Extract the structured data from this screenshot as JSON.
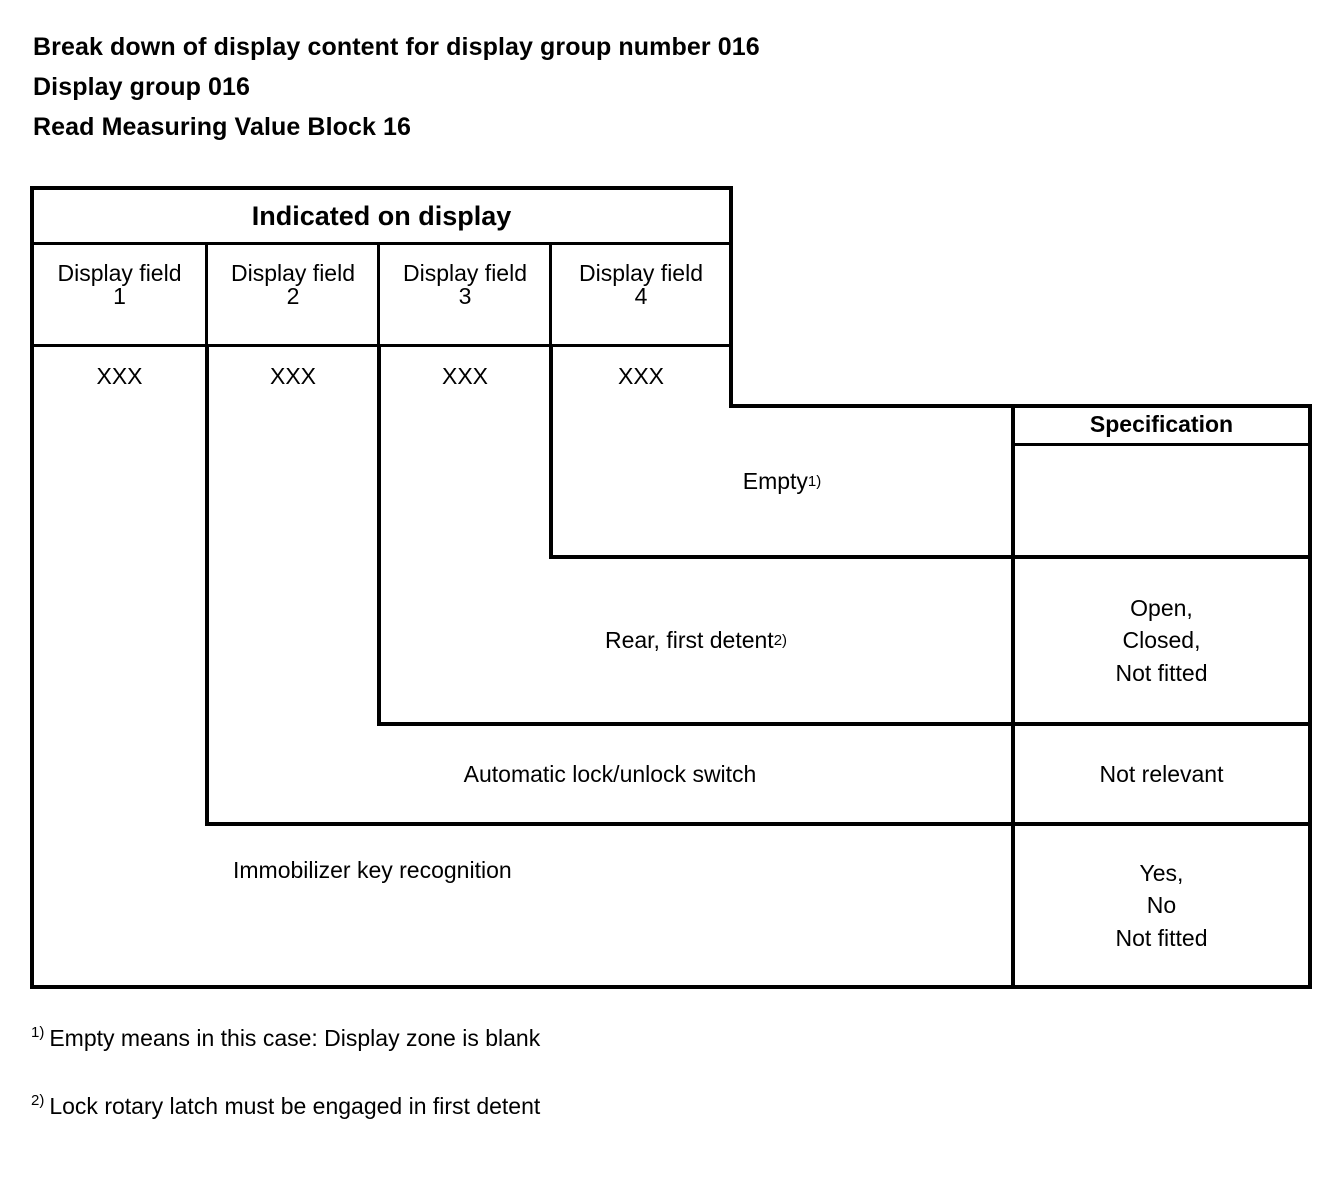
{
  "document": {
    "title_lines": [
      "Break down of display content for display group number 016",
      "Display group 016",
      "Read Measuring Value Block 16"
    ],
    "heading_1": "Break down of display content for display group number 016",
    "heading_2": "Display group 016",
    "heading_3": "Read Measuring Value Block 16"
  },
  "table": {
    "group_header": "Indicated on display",
    "spec_header": "Specification",
    "display_fields": [
      {
        "label": "Display field",
        "number": "1",
        "value": "XXX"
      },
      {
        "label": "Display field",
        "number": "2",
        "value": "XXX"
      },
      {
        "label": "Display field",
        "number": "3",
        "value": "XXX"
      },
      {
        "label": "Display field",
        "number": "4",
        "value": "XXX"
      }
    ],
    "rows": [
      {
        "field": "4",
        "description": "Empty",
        "footnote_ref": "1)",
        "specification": ""
      },
      {
        "field": "3",
        "description": "Rear, first detent",
        "footnote_ref": "2)",
        "specification": "Open,\nClosed,\nNot fitted"
      },
      {
        "field": "2",
        "description": "Automatic lock/unlock switch",
        "footnote_ref": "",
        "specification": "Not relevant"
      },
      {
        "field": "1",
        "description": "Immobilizer key recognition",
        "footnote_ref": "",
        "specification": "Yes,\nNo\nNot fitted"
      }
    ]
  },
  "footnotes": [
    {
      "mark": "1)",
      "text": "Empty means in this case: Display zone is blank"
    },
    {
      "mark": "2)",
      "text": "Lock rotary latch must be engaged in first detent"
    }
  ],
  "colors": {
    "ink": "#000000",
    "paper": "#ffffff"
  }
}
